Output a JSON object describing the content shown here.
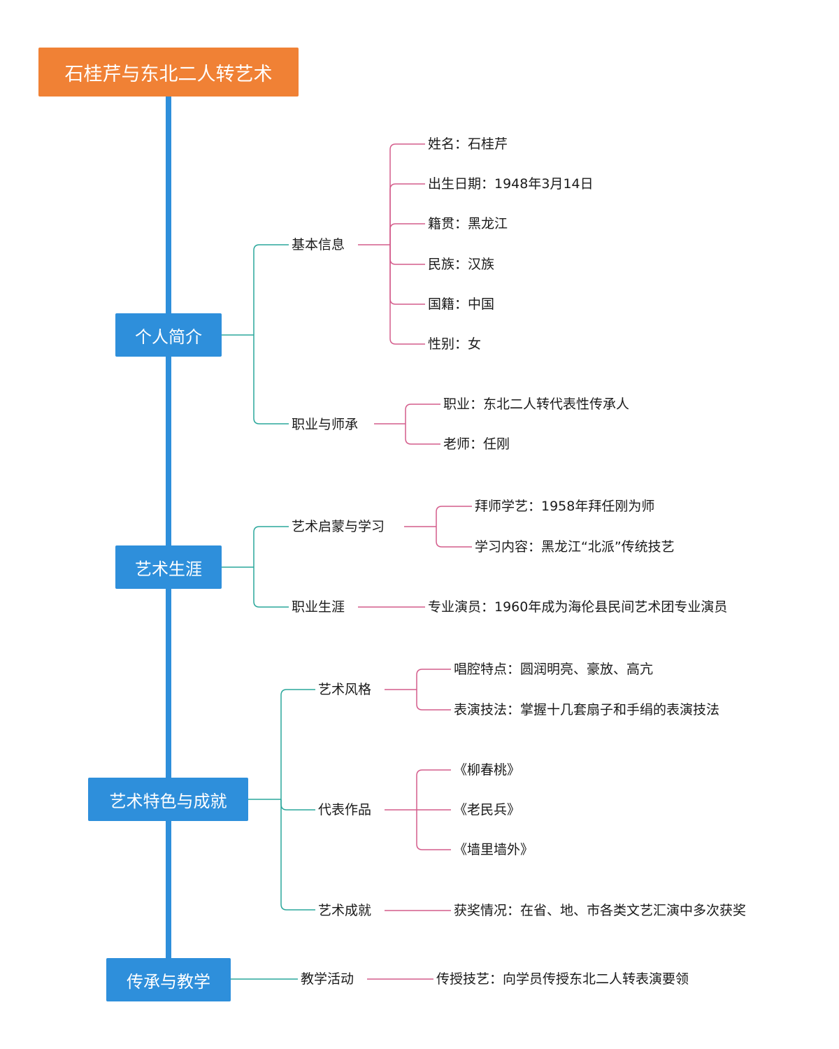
{
  "title": "石桂芹与东北二人转艺术",
  "sections": [
    {
      "label": "个人简介",
      "groups": [
        {
          "label": "基本信息",
          "items": [
            "姓名：石桂芹",
            "出生日期：1948年3月14日",
            "籍贯：黑龙江",
            "民族：汉族",
            "国籍：中国",
            "性别：女"
          ]
        },
        {
          "label": "职业与师承",
          "items": [
            "职业：东北二人转代表性传承人",
            "老师：任刚"
          ]
        }
      ]
    },
    {
      "label": "艺术生涯",
      "groups": [
        {
          "label": "艺术启蒙与学习",
          "items": [
            "拜师学艺：1958年拜任刚为师",
            "学习内容：黑龙江“北派”传统技艺"
          ]
        },
        {
          "label": "职业生涯",
          "items": [
            "专业演员：1960年成为海伦县民间艺术团专业演员"
          ]
        }
      ]
    },
    {
      "label": "艺术特色与成就",
      "groups": [
        {
          "label": "艺术风格",
          "items": [
            "唱腔特点：圆润明亮、豪放、高亢",
            "表演技法：掌握十几套扇子和手绢的表演技法"
          ]
        },
        {
          "label": "代表作品",
          "items": [
            "《柳春桃》",
            "《老民兵》",
            "《墙里墙外》"
          ]
        },
        {
          "label": "艺术成就",
          "items": [
            "获奖情况：在省、地、市各类文艺汇演中多次获奖"
          ]
        }
      ]
    },
    {
      "label": "传承与教学",
      "groups": [
        {
          "label": "教学活动",
          "items": [
            "传授技艺：向学员传授东北二人转表演要领"
          ]
        }
      ]
    }
  ],
  "colors": {
    "root_fill": "#f08135",
    "main_fill": "#2e8fdb",
    "trunk": "#2e8fdb",
    "level2_line": "#2aa79b",
    "level3_line": "#d45d8c"
  }
}
